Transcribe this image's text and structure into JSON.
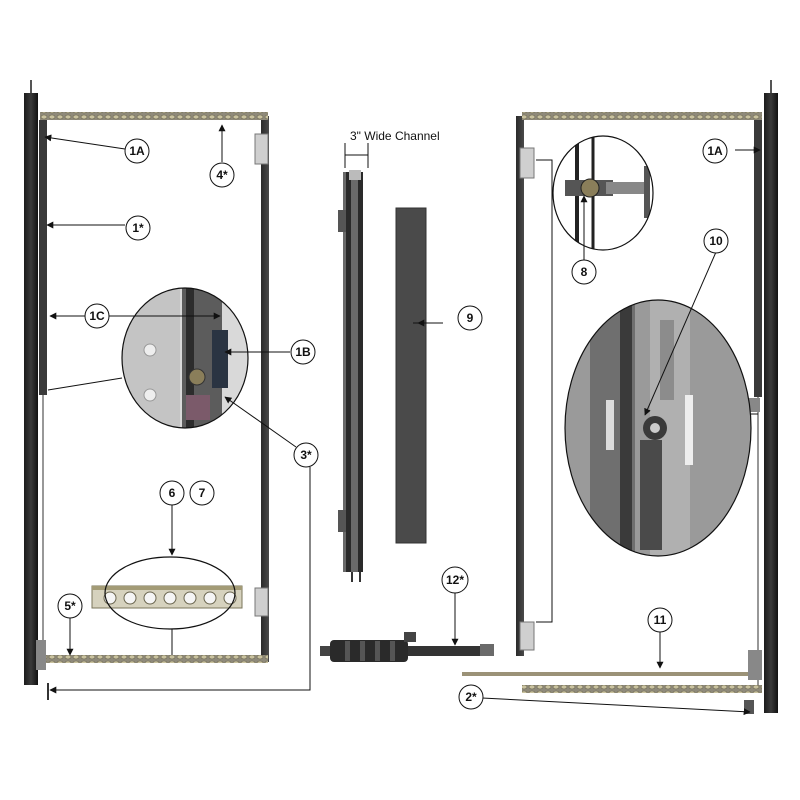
{
  "diagram": {
    "channel_label": "3\" Wide Channel",
    "callouts": {
      "c_1a_left": "1A",
      "c_4": "4*",
      "c_1": "1*",
      "c_1c": "1C",
      "c_1b": "1B",
      "c_3": "3*",
      "c_6": "6",
      "c_7": "7",
      "c_5": "5*",
      "c_9": "9",
      "c_12": "12*",
      "c_1a_right": "1A",
      "c_8": "8",
      "c_10": "10",
      "c_11": "11",
      "c_2": "2*"
    }
  }
}
